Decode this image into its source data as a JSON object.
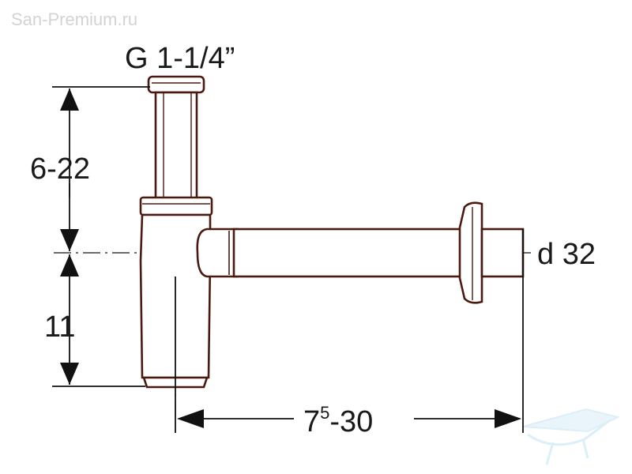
{
  "watermark": "San-Premium.ru",
  "labels": {
    "thread": "G 1-1/4”",
    "height_upper": "6-22",
    "height_lower": "11",
    "pipe_diameter": "d 32",
    "length_base": "7",
    "length_sup": "5",
    "length_rest": "-30"
  },
  "colors": {
    "outline": "#4a1a10",
    "dimension": "#111111",
    "watermark": "#d3d3d3",
    "logo": "#bfe3f3"
  },
  "icons": {
    "logo": "bath-logo-icon"
  }
}
